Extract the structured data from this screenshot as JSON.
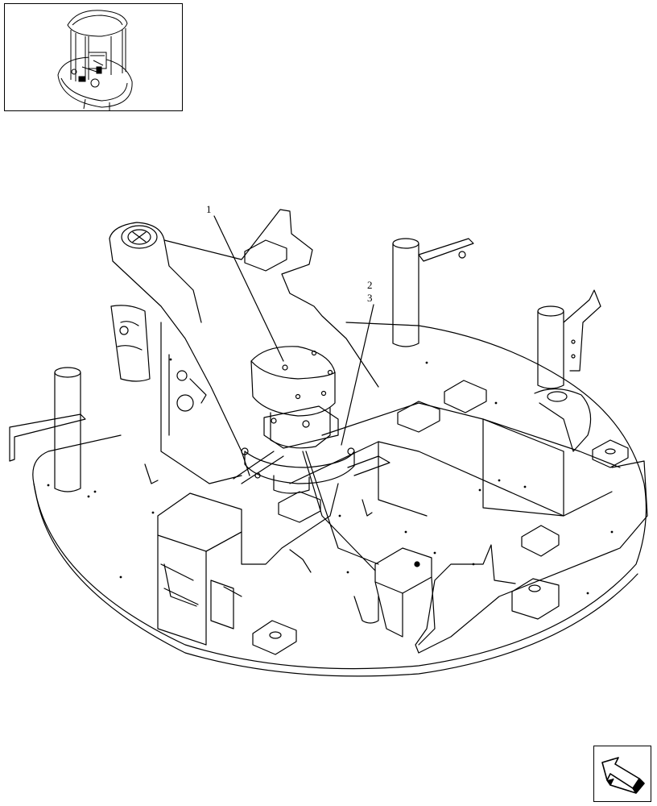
{
  "diagram": {
    "callouts": [
      {
        "id": "callout-1",
        "label": "1"
      },
      {
        "id": "callout-2",
        "label": "2"
      },
      {
        "id": "callout-3",
        "label": "3"
      }
    ],
    "icons": {
      "thumbnail": "machine-overview-icon",
      "navigation": "next-page-arrow-icon"
    },
    "colors": {
      "ink": "#000000",
      "paper": "#ffffff"
    }
  }
}
